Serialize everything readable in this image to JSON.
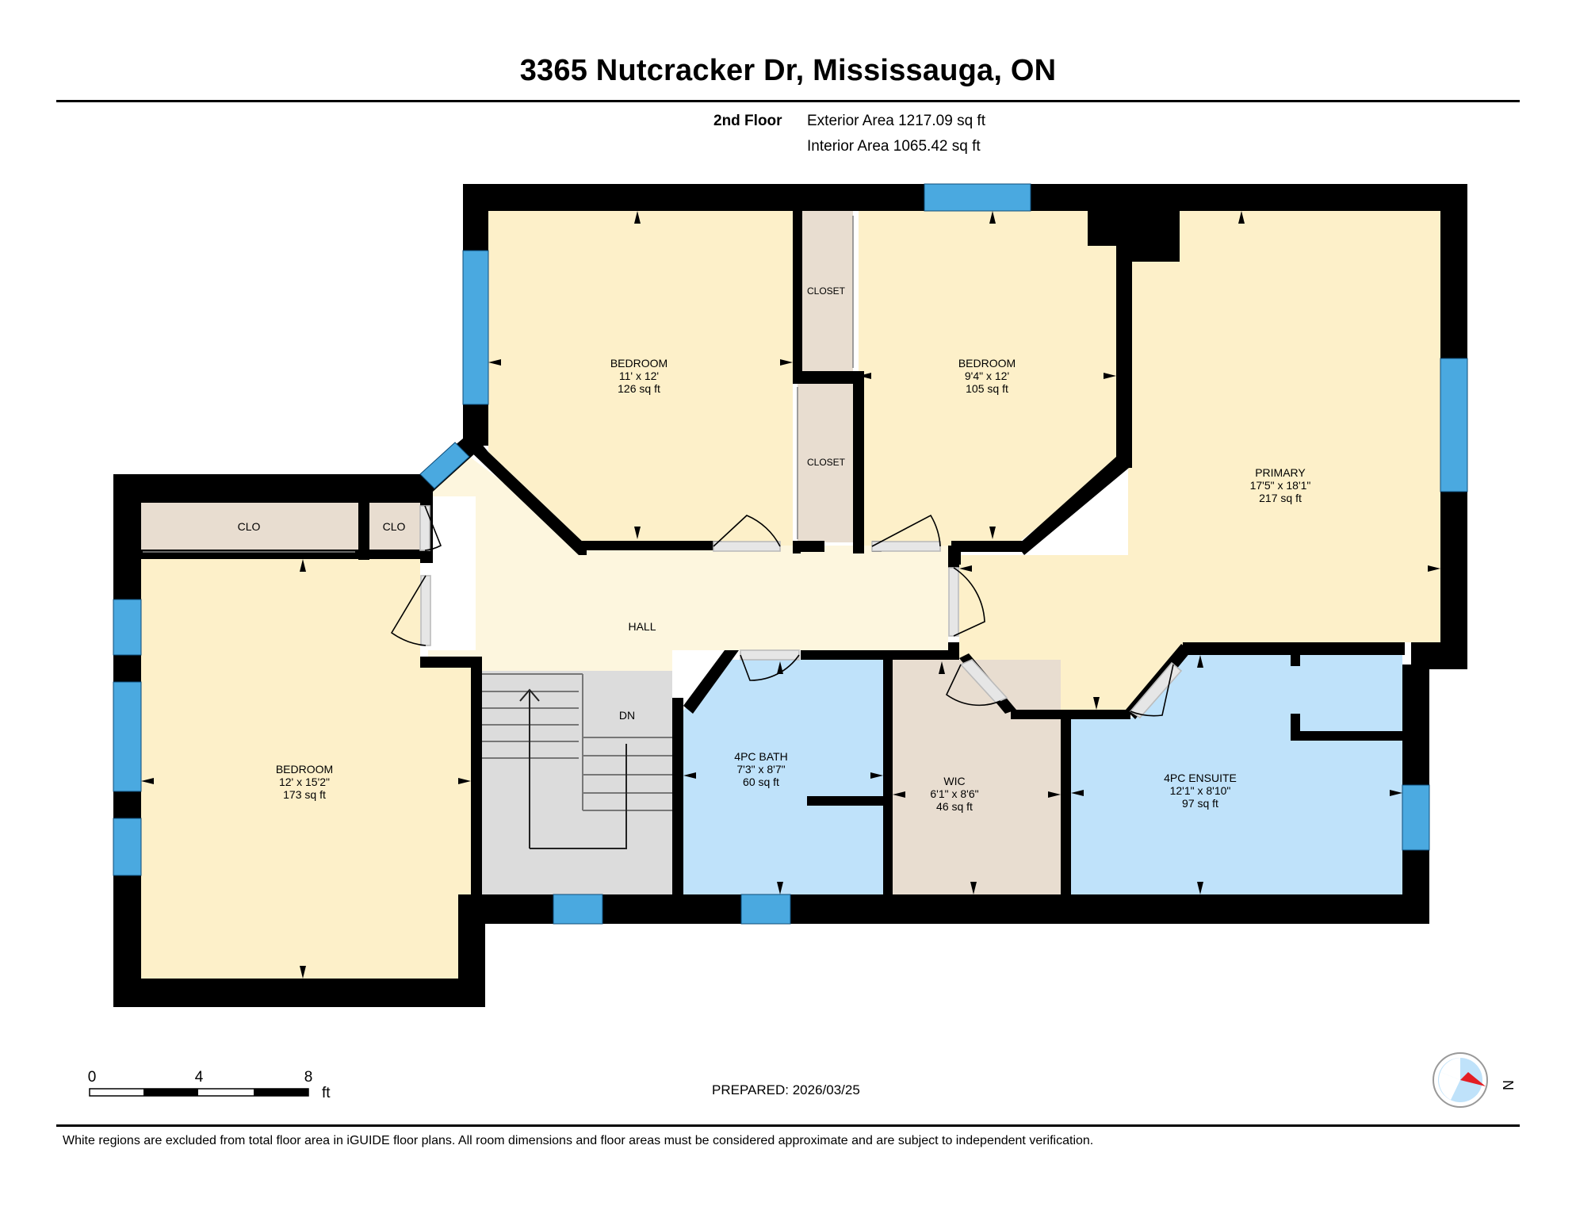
{
  "header": {
    "title": "3365 Nutcracker Dr, Mississauga, ON",
    "floor": "2nd Floor",
    "exterior_area": "Exterior Area 1217.09 sq ft",
    "interior_area": "Interior Area 1065.42 sq ft"
  },
  "rooms": [
    {
      "name": "BEDROOM",
      "dims": "11' x 12'",
      "area": "126 sq ft"
    },
    {
      "name": "BEDROOM",
      "dims": "9'4\" x 12'",
      "area": "105 sq ft"
    },
    {
      "name": "PRIMARY",
      "dims": "17'5\" x 18'1\"",
      "area": "217 sq ft"
    },
    {
      "name": "BEDROOM",
      "dims": "12' x 15'2\"",
      "area": "173 sq ft"
    },
    {
      "name": "4PC BATH",
      "dims": "7'3\" x 8'7\"",
      "area": "60 sq ft"
    },
    {
      "name": "WIC",
      "dims": "6'1\" x 8'6\"",
      "area": "46 sq ft"
    },
    {
      "name": "4PC ENSUITE",
      "dims": "12'1\" x 8'10\"",
      "area": "97 sq ft"
    }
  ],
  "labels": {
    "closet": "CLOSET",
    "clo": "CLO",
    "hall": "HALL",
    "dn": "DN"
  },
  "scale": {
    "ticks": [
      "0",
      "4",
      "8"
    ],
    "unit": "ft"
  },
  "compass": {
    "letter": "N"
  },
  "footer": {
    "prepared": "PREPARED: 2026/03/25",
    "disclaimer": "White regions are excluded from total floor area in iGUIDE floor plans. All room dimensions and floor areas must be considered approximate and are subject to independent verification."
  },
  "colors": {
    "wall": "#000000",
    "bedroom": "#fdf0c9",
    "hall": "#fdf6de",
    "bath": "#bfe2fa",
    "closet": "#e8ddd0",
    "stairs": "#dcdcdc",
    "window": "#4aa9e0"
  }
}
